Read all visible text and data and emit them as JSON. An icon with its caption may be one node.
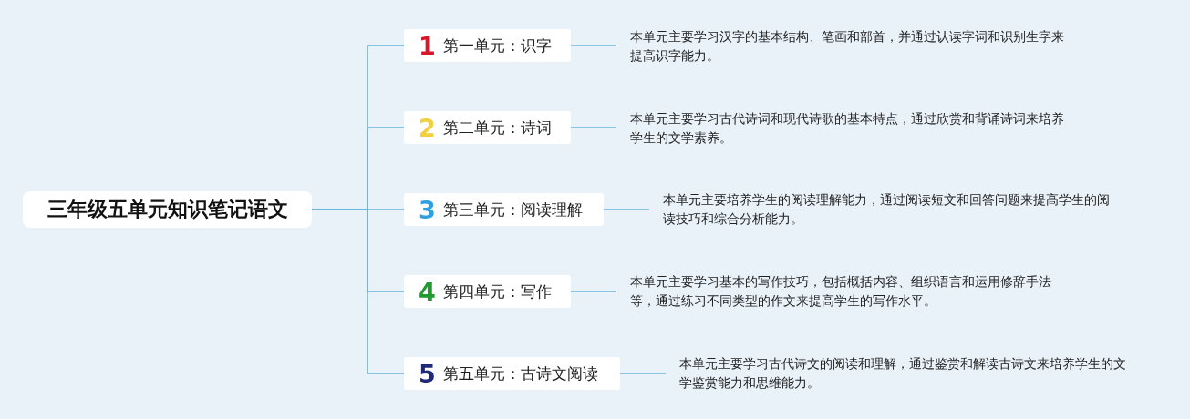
{
  "diagram": {
    "nodes": [
      {
        "text": [
          "三年级五单元知识笔记语文"
        ]
      },
      {
        "text": [
          "1",
          "第一单元：识字"
        ]
      },
      {
        "text": [
          "2",
          "第二单元：诗词"
        ]
      },
      {
        "text": [
          "3",
          "第三单元：阅读理解"
        ]
      },
      {
        "text": [
          "4",
          "第四单元：写作"
        ]
      },
      {
        "text": [
          "5",
          "第五单元：古诗文阅读"
        ]
      },
      {
        "text": [
          "本单元主要学习汉字的基本结构、笔画和部首，并通过认读字词和识别生字来提高识字能力。"
        ]
      },
      {
        "text": [
          "本单元主要学习古代诗词和现代诗歌的基本特点，通过欣赏和背诵诗词来培养学生的文学素养。"
        ]
      },
      {
        "text": [
          "本单元主要培养学生的阅读理解能力，通过阅读短文和回答问题来提高学生的阅读技巧和综合分析能力。"
        ]
      },
      {
        "text": [
          "本单元主要学习基本的写作技巧，包括概括内容、组织语言和运用修辞手法等，通过练习不同类型的作文来提高学生的写作水平。"
        ]
      },
      {
        "text": [
          "本单元主要学习古代诗文的阅读和理解，通过鉴赏和解读古诗文来培养学生的文学鉴赏能力和思维能力。"
        ]
      }
    ],
    "edges": [
      {
        "from": 0,
        "to": 1,
        "arrow": "none"
      },
      {
        "from": 0,
        "to": 2,
        "arrow": "none"
      },
      {
        "from": 0,
        "to": 3,
        "arrow": "none"
      },
      {
        "from": 0,
        "to": 4,
        "arrow": "none"
      },
      {
        "from": 0,
        "to": 5,
        "arrow": "none"
      },
      {
        "from": 1,
        "to": 6,
        "arrow": "none"
      },
      {
        "from": 2,
        "to": 7,
        "arrow": "none"
      },
      {
        "from": 3,
        "to": 8,
        "arrow": "none"
      },
      {
        "from": 4,
        "to": 9,
        "arrow": "none"
      },
      {
        "from": 5,
        "to": 10,
        "arrow": "none"
      }
    ]
  }
}
